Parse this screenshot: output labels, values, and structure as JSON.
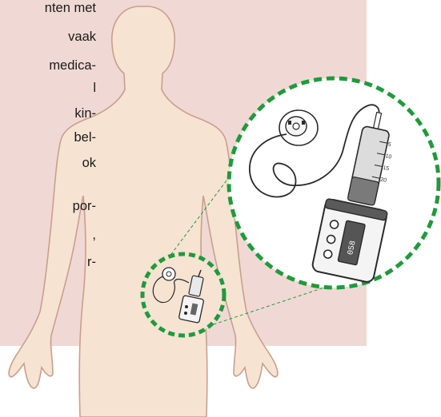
{
  "colors": {
    "panel": "#f0d9d4",
    "body_fill": "#f6e3d2",
    "body_stroke": "#c99f8c",
    "dash_green": "#1f9a3c",
    "device_fill": "#f4f4f4",
    "device_stroke": "#2a2a2a"
  },
  "text_fragments": [
    "nten met",
    "vaak",
    "medica-",
    "l",
    "kin-",
    "bel-",
    "ok",
    "por-",
    ",",
    "r-"
  ],
  "syringe_scale": [
    "5",
    "10",
    "15",
    "20"
  ],
  "display_value": "058",
  "icons": [
    "human-body-figure",
    "infusion-pump-icon",
    "syringe-icon",
    "infusion-set-icon",
    "magnifier-circle"
  ]
}
